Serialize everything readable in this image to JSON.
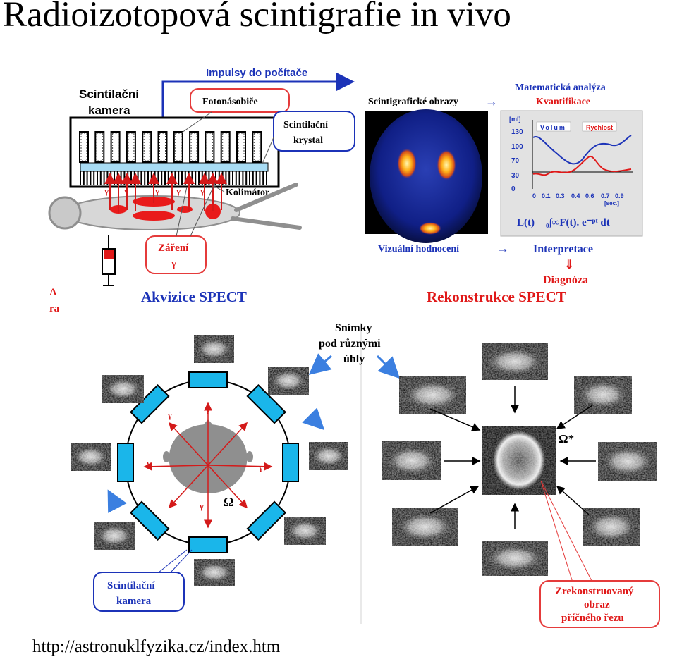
{
  "title": "Radioizotopová scintigrafie in vivo",
  "source": "http://astronuklfyzika.cz/index.htm",
  "colors": {
    "blue_text": "#1c33b8",
    "red_text": "#e01818",
    "detector": "#1ab6ea",
    "body_gray": "#8f8f8f"
  },
  "top": {
    "impulsy": "Impulsy do počítače",
    "scint_camera": [
      "Scintilační",
      "kamera"
    ],
    "fotonasobice": "Fotonásobiče",
    "scint_krystal": [
      "Scintilační",
      "krystal"
    ],
    "gamma": "γ",
    "kolimator": "Kolimátor",
    "zareni": [
      "Záření",
      "γ"
    ],
    "scint_obrazy": "Scintigrafické obrazy",
    "arrow_right": "→",
    "arrow_down": "⇓",
    "mat_analyza": "Matematická analýza",
    "kvantifikace": "Kvantifikace",
    "curve": {
      "unit": "[ml]",
      "yticks": [
        "130",
        "100",
        "70",
        "30",
        "0"
      ],
      "xticks": [
        "0",
        "0.1",
        "0.3",
        "0.4",
        "0.6",
        "0.7",
        "0.9"
      ],
      "xunit": "[sec.]",
      "legend_volume": "Volum",
      "legend_rate": "Rychlost"
    },
    "formula": "L(t) = ₀∫∞F(t). e⁻ᵖᵗ dt",
    "vizualni": "Vizuální hodnocení",
    "interpretace": "Interpretace",
    "diagnoza": "Diagnóza"
  },
  "left_fragment": [
    "A",
    "ra"
  ],
  "akvizice": "Akvizice SPECT",
  "rekonstrukce": "Rekonstrukce SPECT",
  "snimky": [
    "Snímky",
    "pod různými",
    "úhly"
  ],
  "omega": "Ω",
  "omega_star": "Ω*",
  "bottom_camera": [
    "Scintilační",
    "kamera"
  ],
  "rekonstruovany": [
    "Zrekonstruovaný",
    "obraz",
    "příčného řezu"
  ]
}
